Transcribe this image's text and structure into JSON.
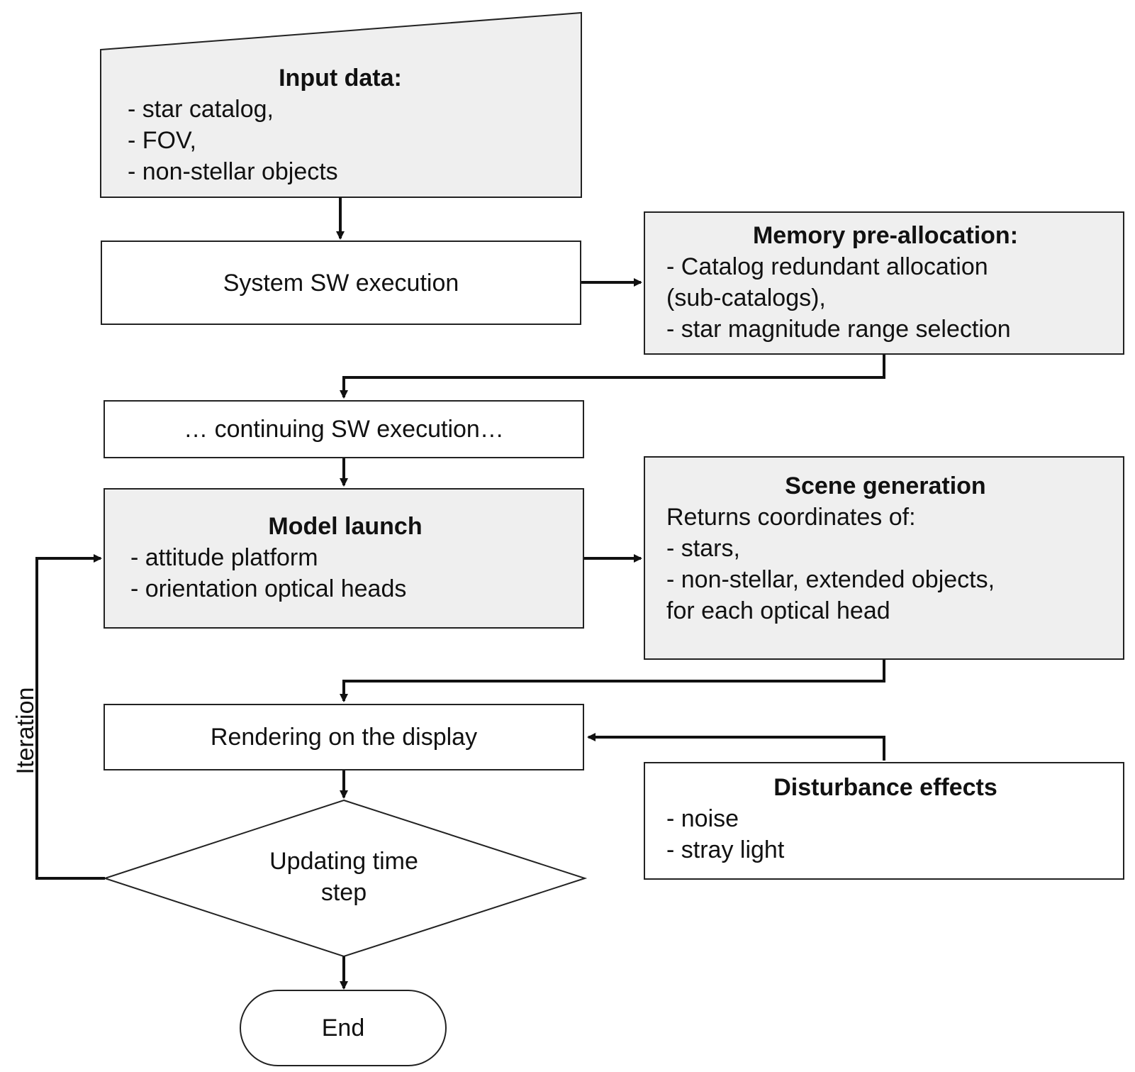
{
  "input_data": {
    "title": "Input data:",
    "items": [
      "- star catalog,",
      "- FOV,",
      "- non-stellar objects"
    ]
  },
  "system_sw": {
    "label": "System SW execution"
  },
  "memory": {
    "title": "Memory pre-allocation:",
    "lines": [
      "- Catalog redundant allocation",
      "(sub-catalogs),",
      "- star magnitude range selection"
    ]
  },
  "continuing": {
    "label": "… continuing SW execution…"
  },
  "model_launch": {
    "title": "Model launch",
    "items": [
      "- attitude platform",
      "- orientation optical heads"
    ]
  },
  "scene": {
    "title": "Scene generation",
    "lines": [
      "Returns coordinates of:",
      "- stars,",
      "- non-stellar, extended objects,",
      "for each optical head"
    ]
  },
  "rendering": {
    "label": "Rendering on the display"
  },
  "disturbance": {
    "title": "Disturbance effects",
    "items": [
      "- noise",
      "- stray light"
    ]
  },
  "decision": {
    "lines": [
      "Updating time",
      "step"
    ]
  },
  "end": {
    "label": "End"
  },
  "loop_label": "Iteration"
}
